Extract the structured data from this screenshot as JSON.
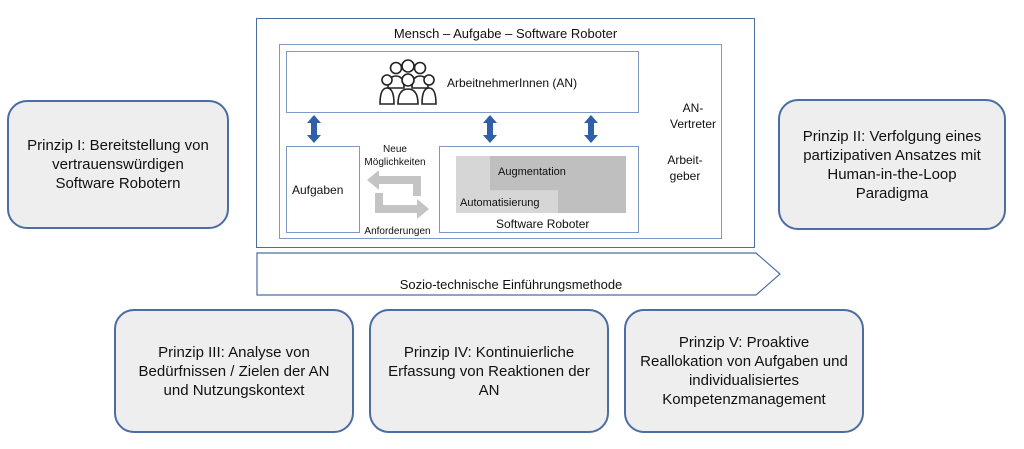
{
  "colors": {
    "principle_fill": "#eeeeee",
    "principle_border": "#4a6da3",
    "frame_border": "#4a6da3",
    "arrow_blue": "#2e5fa8",
    "gray_light": "#d6d6d6",
    "gray_dark": "#bfbfbf",
    "cycle_gray": "#c4c4c4"
  },
  "principles": {
    "p1": "Prinzip I: Bereitstellung von vertrauenswürdigen Software Robotern",
    "p2": "Prinzip II: Verfolgung eines partizipativen Ansatzes mit Human-in-the-Loop Paradigma",
    "p3": "Prinzip III: Analyse von Bedürfnissen / Zielen der AN und Nutzungskontext",
    "p4": "Prinzip IV: Kontinuierliche Erfassung von Reaktionen der AN",
    "p5": "Prinzip V: Proaktive Reallokation von Aufgaben und individualisiertes Kompetenzmanagement"
  },
  "diagram": {
    "title": "Mensch – Aufgabe – Software Roboter",
    "employees_label": "ArbeitnehmerInnen (AN)",
    "an_vertreter": "AN-Vertreter",
    "arbeitgeber": "Arbeit-geber",
    "tasks_label": "Aufgaben",
    "new_possibilities": "Neue Möglichkeiten",
    "requirements": "Anforderungen",
    "augmentation": "Augmentation",
    "automatisierung": "Automatisierung",
    "software_robot": "Software Roboter",
    "method": "Sozio-technische Einführungsmethode"
  },
  "icons": {
    "employees": "group-of-people-icon",
    "exchange": "bidirectional-arrow-icon",
    "cycle": "cycle-arrows-icon"
  }
}
